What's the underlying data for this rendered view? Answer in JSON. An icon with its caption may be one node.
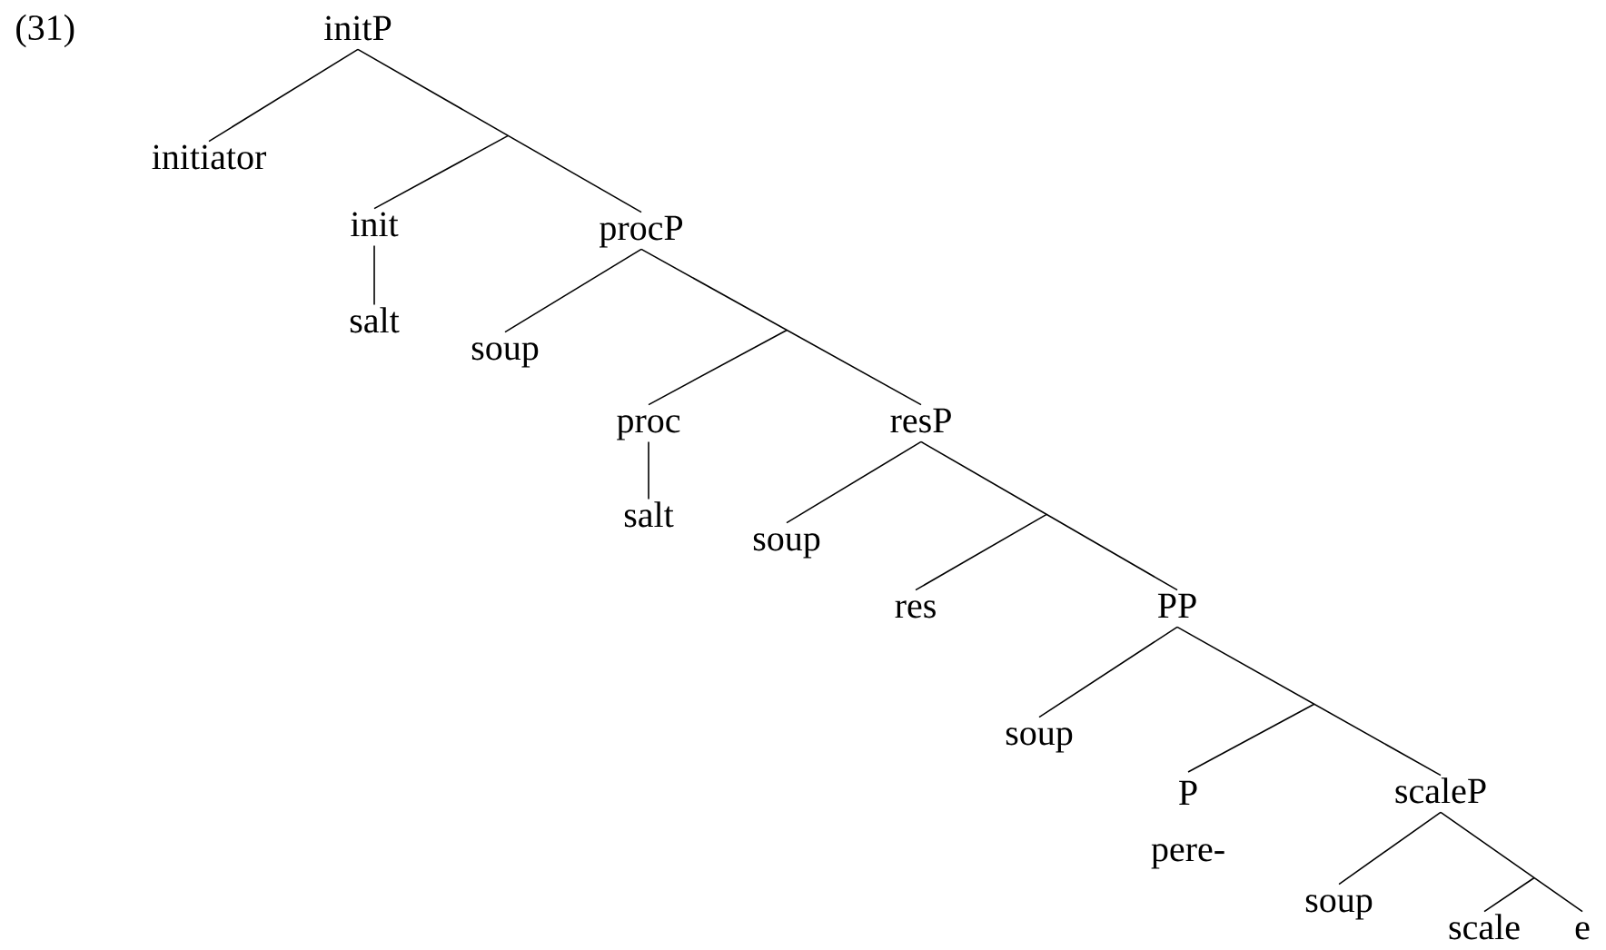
{
  "diagram": {
    "nodes": [
      {
        "text": [
          "initP"
        ]
      },
      {
        "text": [
          "initiator"
        ]
      },
      {
        "text": [
          "init"
        ]
      },
      {
        "text": [
          "salt"
        ]
      },
      {
        "text": [
          "procP"
        ]
      },
      {
        "text": [
          "soup"
        ]
      },
      {
        "text": [
          "proc"
        ]
      },
      {
        "text": [
          "salt"
        ]
      },
      {
        "text": [
          "resP"
        ]
      },
      {
        "text": [
          "soup"
        ]
      },
      {
        "text": [
          "res"
        ]
      },
      {
        "text": [
          "PP"
        ]
      },
      {
        "text": [
          "soup"
        ]
      },
      {
        "text": [
          "P",
          "pere-"
        ]
      },
      {
        "text": [
          "scaleP"
        ]
      },
      {
        "text": [
          "soup"
        ]
      },
      {
        "text": [
          "scale"
        ]
      },
      {
        "text": [
          "e"
        ]
      }
    ],
    "edges": [
      {
        "from": 0,
        "to": 1,
        "arrow": "none"
      },
      {
        "from": 0,
        "to": 4,
        "arrow": "none"
      },
      {
        "from": null,
        "to": 2,
        "arrow": "none"
      },
      {
        "from": 2,
        "to": 3,
        "arrow": "none"
      },
      {
        "from": 4,
        "to": 5,
        "arrow": "none"
      },
      {
        "from": 4,
        "to": 8,
        "arrow": "none"
      },
      {
        "from": null,
        "to": 6,
        "arrow": "none"
      },
      {
        "from": 6,
        "to": 7,
        "arrow": "none"
      },
      {
        "from": 8,
        "to": 9,
        "arrow": "none"
      },
      {
        "from": 8,
        "to": 11,
        "arrow": "none"
      },
      {
        "from": null,
        "to": 10,
        "arrow": "none"
      },
      {
        "from": 11,
        "to": 12,
        "arrow": "none"
      },
      {
        "from": 11,
        "to": 14,
        "arrow": "none"
      },
      {
        "from": null,
        "to": 13,
        "arrow": "none"
      },
      {
        "from": 14,
        "to": 15,
        "arrow": "none"
      },
      {
        "from": 14,
        "to": 17,
        "arrow": "none"
      },
      {
        "from": null,
        "to": 16,
        "arrow": "none"
      }
    ],
    "labels": [
      "(31)"
    ]
  }
}
